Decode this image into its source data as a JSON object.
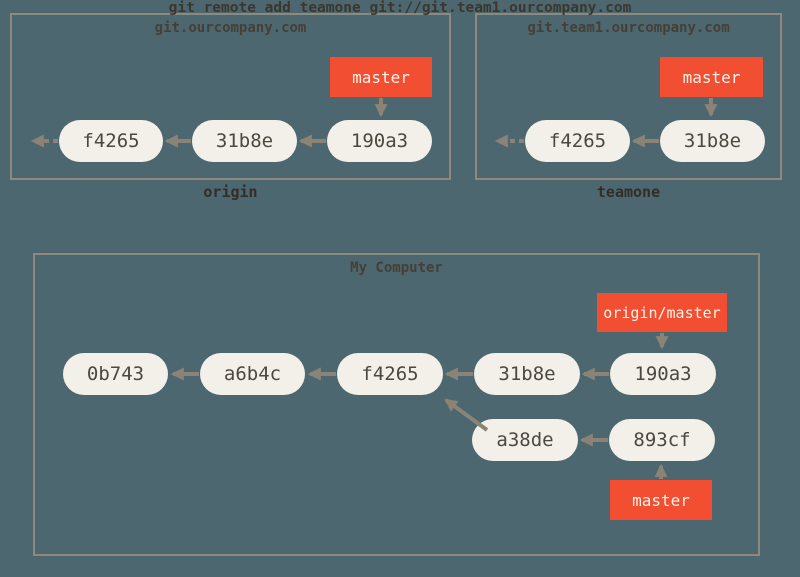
{
  "colors": {
    "background": "#4c6770",
    "frame_border": "#8f897c",
    "commit_fill": "#f2f0e8",
    "commit_text": "#4e473e",
    "branch_fill": "#f14e32",
    "branch_text": "#f8f4ea",
    "arrow": "#8b8476",
    "dark_text": "#3c362d"
  },
  "remotes": [
    {
      "title": "git.ourcompany.com",
      "label": "origin",
      "branch": "master",
      "commits": [
        "f4265",
        "31b8e",
        "190a3"
      ]
    },
    {
      "title": "git.team1.ourcompany.com",
      "label": "teamone",
      "branch": "master",
      "commits": [
        "f4265",
        "31b8e"
      ]
    }
  ],
  "command": "git remote add teamone git://git.team1.ourcompany.com",
  "local": {
    "title": "My Computer",
    "remote_branch": "origin/master",
    "branch": "master",
    "main_commits": [
      "0b743",
      "a6b4c",
      "f4265",
      "31b8e",
      "190a3"
    ],
    "branch_commits": [
      "a38de",
      "893cf"
    ]
  }
}
